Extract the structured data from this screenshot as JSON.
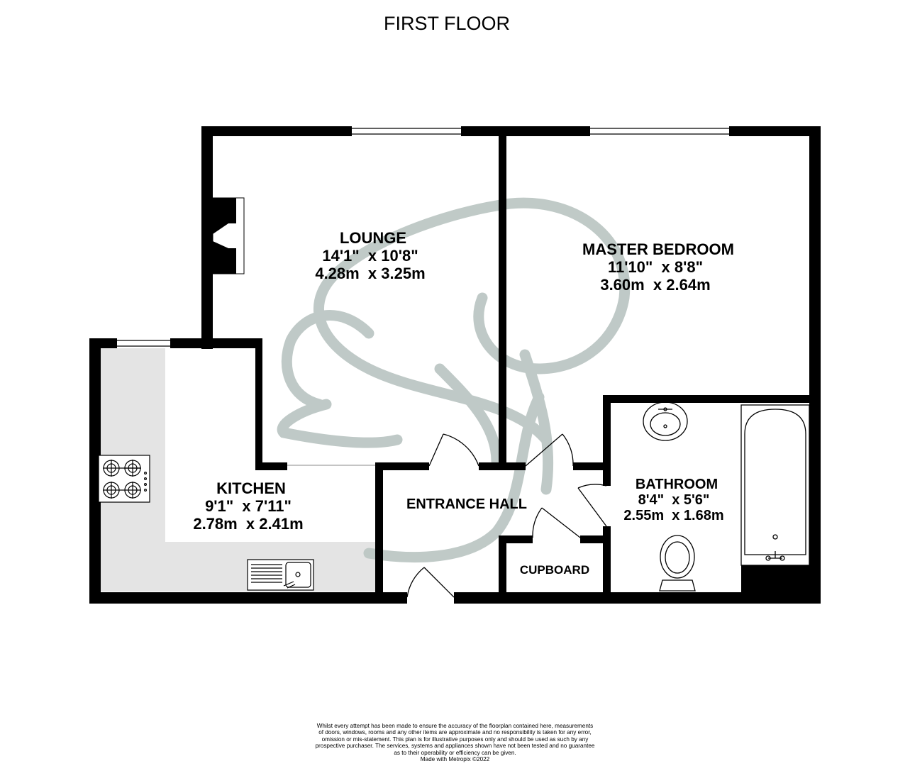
{
  "floor_title": "FIRST FLOOR",
  "rooms": {
    "lounge": {
      "name": "LOUNGE",
      "imperial": "14'1\"  x 10'8\"",
      "metric": "4.28m  x 3.25m"
    },
    "master_bedroom": {
      "name": "MASTER BEDROOM",
      "imperial": "11'10\"  x 8'8\"",
      "metric": "3.60m  x 2.64m"
    },
    "kitchen": {
      "name": "KITCHEN",
      "imperial": "9'1\"  x 7'11\"",
      "metric": "2.78m  x 2.41m"
    },
    "entrance_hall": {
      "name": "ENTRANCE HALL"
    },
    "bathroom": {
      "name": "BATHROOM",
      "imperial": "8'4\"  x 5'6\"",
      "metric": "2.55m  x 1.68m"
    },
    "cupboard": {
      "name": "CUPBOARD"
    }
  },
  "disclaimer": [
    "Whilst every attempt has been made to ensure the accuracy of the floorplan contained here, measurements",
    "of doors, windows, rooms and any other items are approximate and no responsibility is taken for any error,",
    "omission or mis-statement. This plan is for illustrative purposes only and should be used as such by any",
    "prospective purchaser. The services, systems and appliances shown have not been tested and no guarantee",
    "as to their operability or efficiency can be given.",
    "Made with Metropix ©2022"
  ],
  "colors": {
    "wall": "#000000",
    "worktop": "#e4e4e4",
    "watermark": "#b9c4c1"
  }
}
